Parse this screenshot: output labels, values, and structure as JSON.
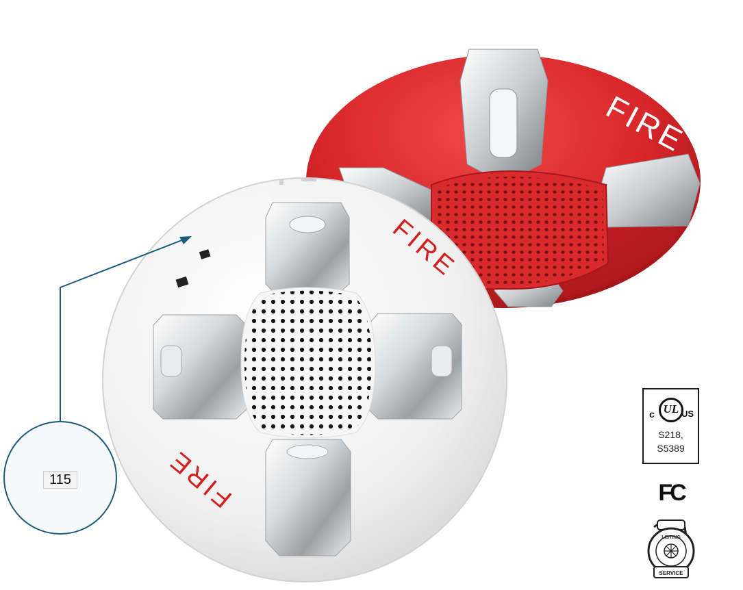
{
  "product": {
    "red_unit_label": "FIRE",
    "white_unit_label_top": "FIRE",
    "white_unit_label_bottom": "FIRE"
  },
  "inset": {
    "setting_label": "115"
  },
  "certifications": {
    "ul": {
      "left": "c",
      "mark": "UL",
      "right": "US",
      "code_1": "S218,",
      "code_2": "S5389"
    },
    "fc": {
      "mark": "FC"
    },
    "listing_service": {
      "top_text": "LISTING",
      "bottom_text": "SERVICE"
    }
  },
  "colors": {
    "red_housing": "#d8262a",
    "white_housing": "#f2f2f2",
    "fire_text_red": "#d3201f",
    "callout_line": "#1c5a7a"
  }
}
